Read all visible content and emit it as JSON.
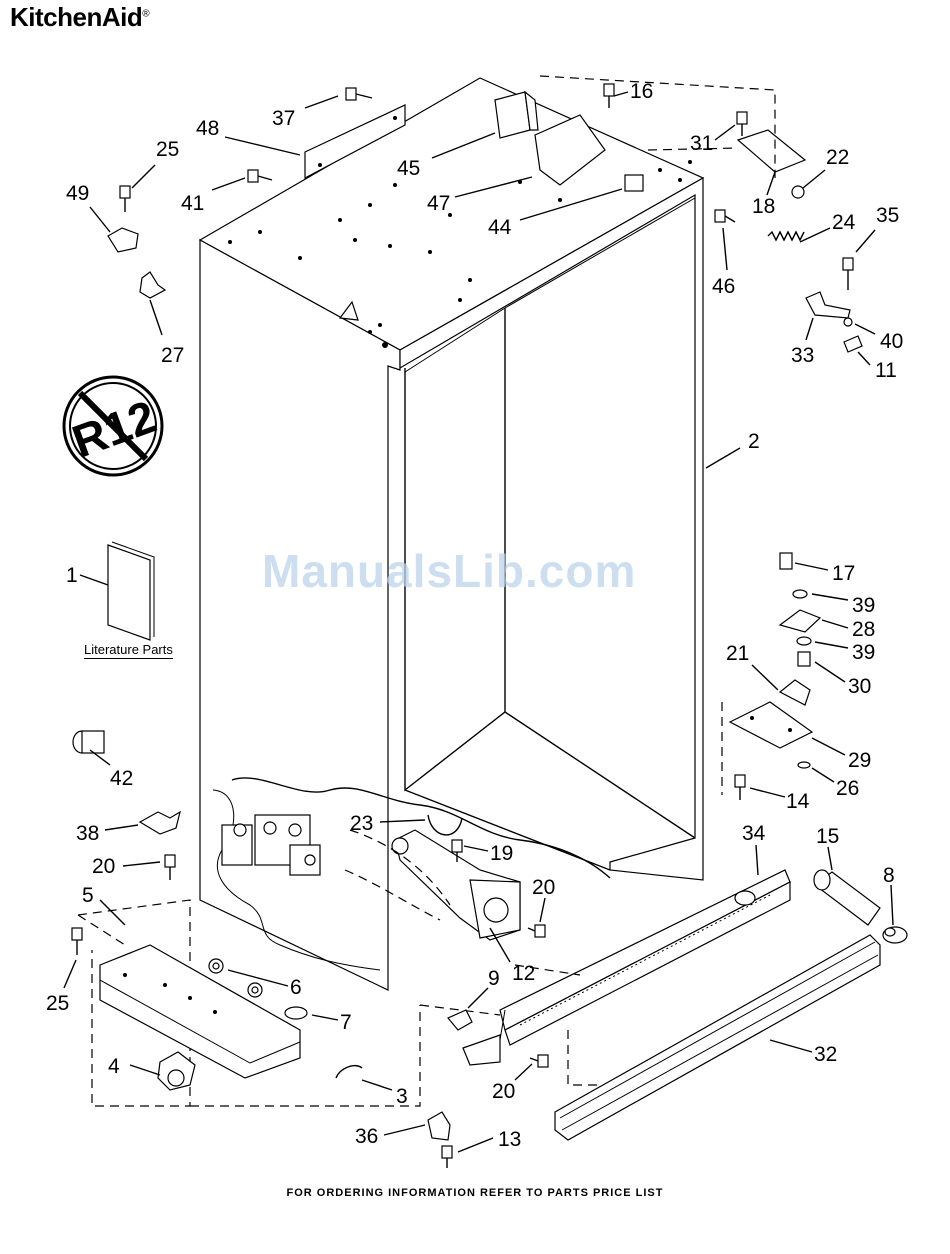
{
  "header": {
    "brand": "KitchenAid",
    "brand_mark": "®"
  },
  "footer": {
    "text": "FOR ORDERING INFORMATION REFER TO PARTS PRICE LIST"
  },
  "watermark": {
    "text": "ManualsLib.com"
  },
  "badge": {
    "text": "R12"
  },
  "literature": {
    "label": "Literature Parts"
  },
  "callouts": [
    {
      "id": "c37",
      "label": "37"
    },
    {
      "id": "c48",
      "label": "48"
    },
    {
      "id": "c25a",
      "label": "25"
    },
    {
      "id": "c49",
      "label": "49"
    },
    {
      "id": "c41",
      "label": "41"
    },
    {
      "id": "c27",
      "label": "27"
    },
    {
      "id": "c16",
      "label": "16"
    },
    {
      "id": "c45",
      "label": "45"
    },
    {
      "id": "c47",
      "label": "47"
    },
    {
      "id": "c44",
      "label": "44"
    },
    {
      "id": "c31",
      "label": "31"
    },
    {
      "id": "c22",
      "label": "22"
    },
    {
      "id": "c18",
      "label": "18"
    },
    {
      "id": "c24",
      "label": "24"
    },
    {
      "id": "c35",
      "label": "35"
    },
    {
      "id": "c46",
      "label": "46"
    },
    {
      "id": "c33",
      "label": "33"
    },
    {
      "id": "c40",
      "label": "40"
    },
    {
      "id": "c11",
      "label": "11"
    },
    {
      "id": "c2",
      "label": "2"
    },
    {
      "id": "c1",
      "label": "1"
    },
    {
      "id": "c17",
      "label": "17"
    },
    {
      "id": "c39a",
      "label": "39"
    },
    {
      "id": "c28",
      "label": "28"
    },
    {
      "id": "c39b",
      "label": "39"
    },
    {
      "id": "c21",
      "label": "21"
    },
    {
      "id": "c30",
      "label": "30"
    },
    {
      "id": "c29",
      "label": "29"
    },
    {
      "id": "c42",
      "label": "42"
    },
    {
      "id": "c14",
      "label": "14"
    },
    {
      "id": "c26",
      "label": "26"
    },
    {
      "id": "c38",
      "label": "38"
    },
    {
      "id": "c23",
      "label": "23"
    },
    {
      "id": "c34",
      "label": "34"
    },
    {
      "id": "c15",
      "label": "15"
    },
    {
      "id": "c19",
      "label": "19"
    },
    {
      "id": "c20a",
      "label": "20"
    },
    {
      "id": "c8",
      "label": "8"
    },
    {
      "id": "c20b",
      "label": "20"
    },
    {
      "id": "c5",
      "label": "5"
    },
    {
      "id": "c25b",
      "label": "25"
    },
    {
      "id": "c6",
      "label": "6"
    },
    {
      "id": "c12",
      "label": "12"
    },
    {
      "id": "c9",
      "label": "9"
    },
    {
      "id": "c7",
      "label": "7"
    },
    {
      "id": "c4",
      "label": "4"
    },
    {
      "id": "c3",
      "label": "3"
    },
    {
      "id": "c20c",
      "label": "20"
    },
    {
      "id": "c32",
      "label": "32"
    },
    {
      "id": "c36",
      "label": "36"
    },
    {
      "id": "c13",
      "label": "13"
    }
  ]
}
